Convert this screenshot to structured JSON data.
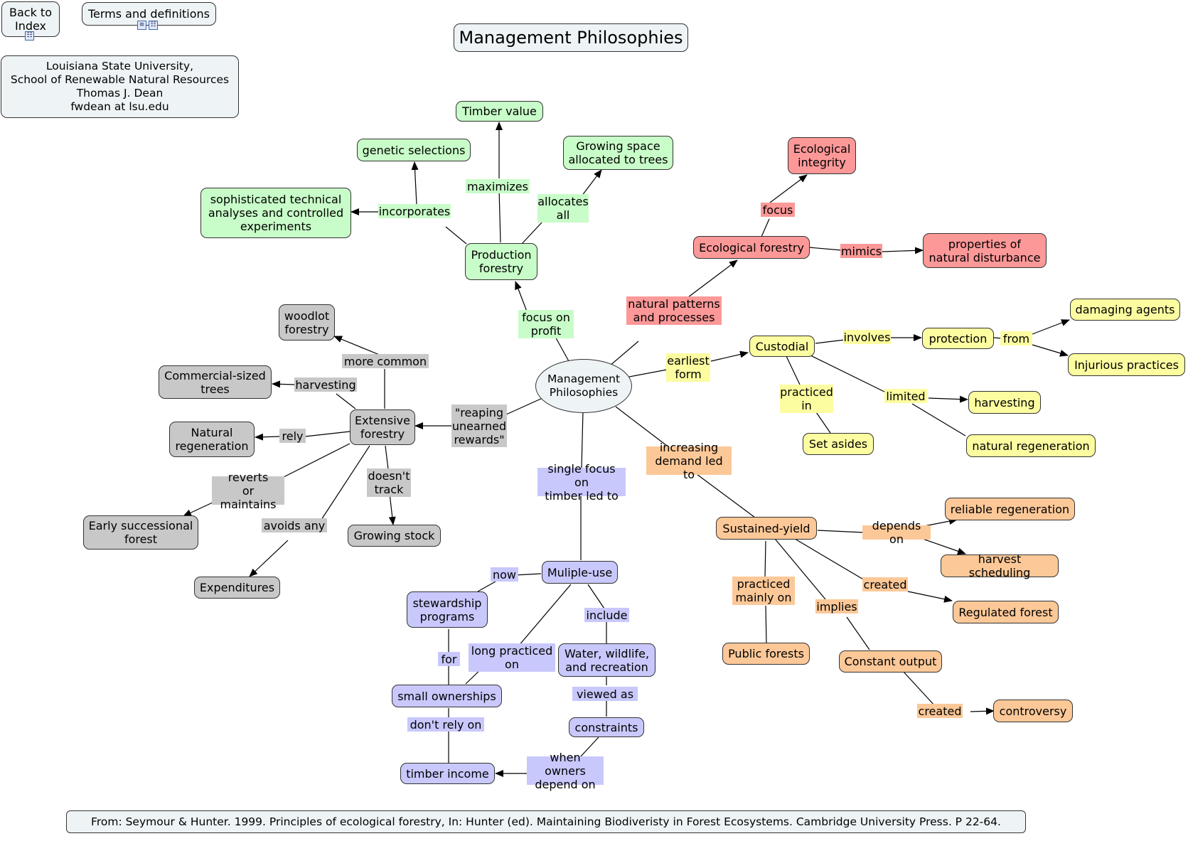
{
  "header": {
    "back_to_index": "Back to\nIndex",
    "terms_and_definitions": "Terms and definitions",
    "title": "Management Philosophies",
    "credits": "Louisiana State University,\nSchool of Renewable Natural Resources\nThomas J. Dean\nfwdean at lsu.edu",
    "icon_names": [
      "concept-map-icon",
      "document-icon",
      "concept-map-icon"
    ]
  },
  "source_note": "From: Seymour & Hunter. 1999. Principles of ecological forestry, In: Hunter (ed). Maintaining Biodiveristy in Forest Ecosystems. Cambridge University Press. P 22-64.",
  "colors": {
    "green": "#c8fcc8",
    "red": "#fc9898",
    "yellow": "#fcfca0",
    "gray": "#c8c8c8",
    "blue": "#c8c8fc",
    "orange": "#fcc898",
    "pale": "#eef4f6"
  },
  "concepts": {
    "management_philosophies": "Management\nPhilosophies",
    "production_forestry": "Production\nforestry",
    "timber_value": "Timber value",
    "genetic_selections": "genetic selections",
    "growing_space": "Growing space\nallocated to trees",
    "sophisticated_analyses": "sophisticated technical\nanalyses and controlled\nexperiments",
    "ecological_integrity": "Ecological\nintegrity",
    "ecological_forestry": "Ecological forestry",
    "natural_disturbance": "properties of\nnatural disturbance",
    "custodial": "Custodial",
    "protection": "protection",
    "damaging_agents": "damaging agents",
    "injurious_practices": "Injurious practices",
    "harvesting": "harvesting",
    "natural_regeneration_y": "natural regeneration",
    "set_asides": "Set asides",
    "woodlot_forestry": "woodlot\nforestry",
    "commercial_trees": "Commercial-sized\ntrees",
    "natural_regeneration_g": "Natural\nregeneration",
    "extensive_forestry": "Extensive\nforestry",
    "early_successional": "Early successional\nforest",
    "growing_stock": "Growing stock",
    "expenditures": "Expenditures",
    "muliple_use": "Muliple-use",
    "stewardship_programs": "stewardship\nprograms",
    "water_wildlife": "Water, wildlife,\nand recreation",
    "small_ownerships": "small ownerships",
    "constraints": "constraints",
    "timber_income": "timber income",
    "sustained_yield": "Sustained-yield",
    "reliable_regeneration": "reliable regeneration",
    "harvest_scheduling": "harvest scheduling",
    "regulated_forest": "Regulated forest",
    "public_forests": "Public forests",
    "constant_output": "Constant output",
    "controversy": "controversy"
  },
  "links": {
    "focus_on_profit": "focus on\nprofit",
    "maximizes": "maximizes",
    "incorporates": "incorporates",
    "allocates_all": "allocates\nall",
    "natural_patterns": "natural patterns\nand processes",
    "focus": "focus",
    "mimics": "mimics",
    "earliest_form": "earliest\nform",
    "involves": "involves",
    "from": "from",
    "limited": "limited",
    "practiced_in": "practiced\nin",
    "reaping_unearned": "\"reaping\nunearned\nrewards\"",
    "more_common": "more common",
    "harvesting_link": "harvesting",
    "rely": "rely",
    "reverts_or_maintains": "reverts\nor maintains",
    "avoids_any": "avoids any",
    "doesnt_track": "doesn't\ntrack",
    "single_focus": "single focus on\ntimber led to",
    "now": "now",
    "include": "include",
    "long_practiced_on": "long practiced\non",
    "for": "for",
    "viewed_as": "viewed as",
    "dont_rely_on": "don't rely on",
    "when_owners_depend_on": "when owners\ndepend on",
    "increasing_demand": "increasing\ndemand led to",
    "depends_on": "depends on",
    "created_1": "created",
    "implies": "implies",
    "practiced_mainly_on": "practiced\nmainly on",
    "created_2": "created"
  }
}
